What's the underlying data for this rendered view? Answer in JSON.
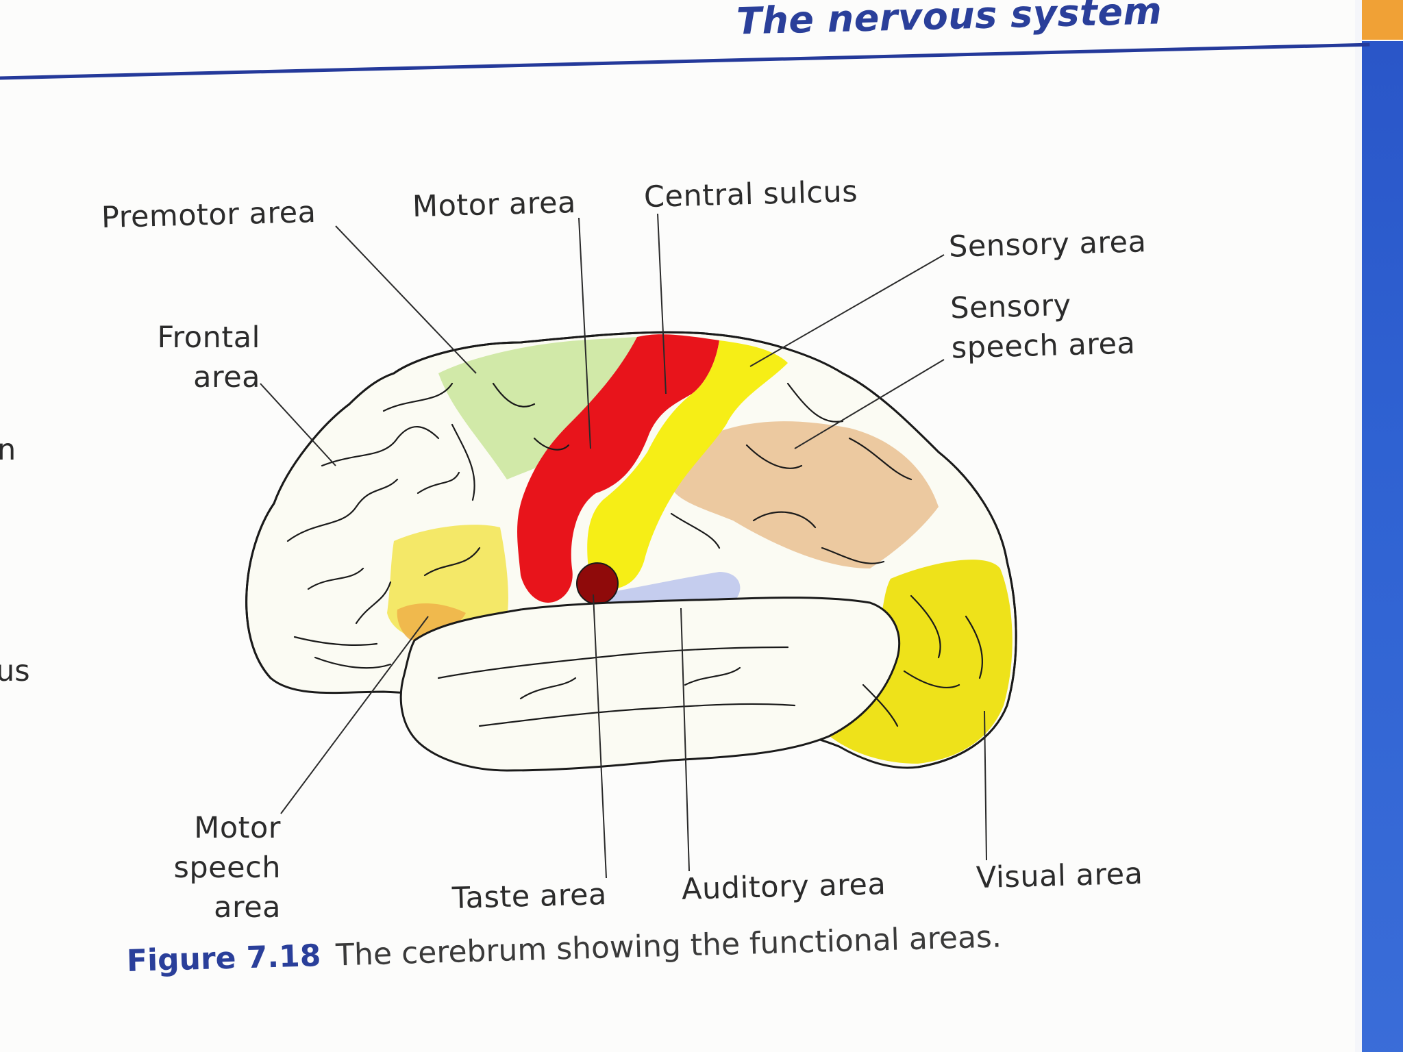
{
  "header": {
    "title": "The nervous system"
  },
  "colors": {
    "accent_blue": "#2a3f9a",
    "side_bar_blue": "#2f62d2",
    "side_bar_orange": "#f0a136",
    "motor_area": "#e8141b",
    "sensory_area": "#f6ee16",
    "premotor_area": "#c9e59a",
    "sensory_speech_area": "#ecc9a0",
    "auditory_area": "#c5cdee",
    "taste_area": "#8f0a0a",
    "visual_area": "#eee21a"
  },
  "labels": {
    "premotor": "Premotor area",
    "motor": "Motor area",
    "central_sulcus": "Central sulcus",
    "sensory": "Sensory area",
    "sensory_speech_line1": "Sensory",
    "sensory_speech_line2": "speech area",
    "frontal_line1": "Frontal",
    "frontal_line2": "area",
    "motor_speech_line1": "Motor",
    "motor_speech_line2": "speech",
    "motor_speech_line3": "area",
    "taste": "Taste area",
    "auditory": "Auditory area",
    "visual": "Visual area"
  },
  "edge_fragments": {
    "top": "n",
    "bottom": "us"
  },
  "caption": {
    "figure_number": "Figure 7.18",
    "text": "The cerebrum showing the functional areas."
  }
}
